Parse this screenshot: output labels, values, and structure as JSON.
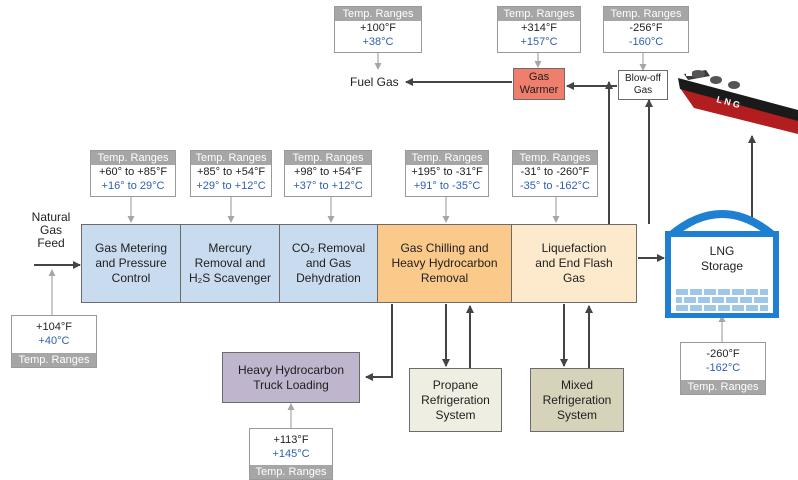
{
  "temp_header": "Temp. Ranges",
  "inputs": {
    "natural_gas_feed": [
      "Natural",
      "Gas",
      "Feed"
    ]
  },
  "outputs": {
    "fuel_gas": "Fuel Gas",
    "lng_ship_label": "L N G"
  },
  "process_stages": [
    {
      "id": "metering",
      "lines": [
        "Gas Metering",
        "and Pressure",
        "Control"
      ],
      "temp_f": "+60° to +85°F",
      "temp_c": "+16° to 29°C"
    },
    {
      "id": "mercury",
      "lines": [
        "Mercury",
        "Removal and",
        "H₂S Scavenger"
      ],
      "temp_f": "+85° to +54°F",
      "temp_c": "+29° to +12°C"
    },
    {
      "id": "co2",
      "lines": [
        "CO₂ Removal",
        "and Gas",
        "Dehydration"
      ],
      "temp_f": "+98° to +54°F",
      "temp_c": "+37° to +12°C"
    },
    {
      "id": "chilling",
      "lines": [
        "Gas Chilling and",
        "Heavy Hydrocarbon",
        "Removal"
      ],
      "temp_f": "+195° to -31°F",
      "temp_c": "+91° to -35°C"
    },
    {
      "id": "liquefaction",
      "lines": [
        "Liquefaction",
        "and End Flash",
        "Gas"
      ],
      "temp_f": "-31° to -260°F",
      "temp_c": "-35° to -162°C"
    }
  ],
  "feed_temp": {
    "f": "+104°F",
    "c": "+40°C"
  },
  "fuel_gas_temp": {
    "f": "+100°F",
    "c": "+38°C"
  },
  "gas_warmer": {
    "lines": [
      "Gas",
      "Warmer"
    ],
    "temp_f": "+314°F",
    "temp_c": "+157°C"
  },
  "blowoff_gas": {
    "lines": [
      "Blow-off",
      "Gas"
    ],
    "temp_f": "-256°F",
    "temp_c": "-160°C"
  },
  "lng_storage": {
    "lines": [
      "LNG",
      "Storage"
    ],
    "temp_f": "-260°F",
    "temp_c": "-162°C"
  },
  "heavy_hydrocarbon": {
    "lines": [
      "Heavy Hydrocarbon",
      "Truck Loading"
    ],
    "temp_f": "+113°F",
    "temp_c": "+145°C"
  },
  "propane_refrigeration": {
    "lines": [
      "Propane",
      "Refrigeration",
      "System"
    ]
  },
  "mixed_refrigeration": {
    "lines": [
      "Mixed",
      "Refrigeration",
      "System"
    ]
  },
  "colors": {
    "stage_blue": "#c9dcef",
    "stage_orange": "#fbc98a",
    "stage_peach": "#fde9cc",
    "gas_warmer": "#ef7e6c",
    "heavy_hydrocarbon": "#bfb5cd",
    "propane": "#eeeee2",
    "mixed": "#d7d2ba",
    "temp_header_gray": "#a6a6a6",
    "celsius_blue": "#2f5fb0",
    "storage_blue": "#1f7fd1",
    "ship_hull": "#b21e20"
  }
}
